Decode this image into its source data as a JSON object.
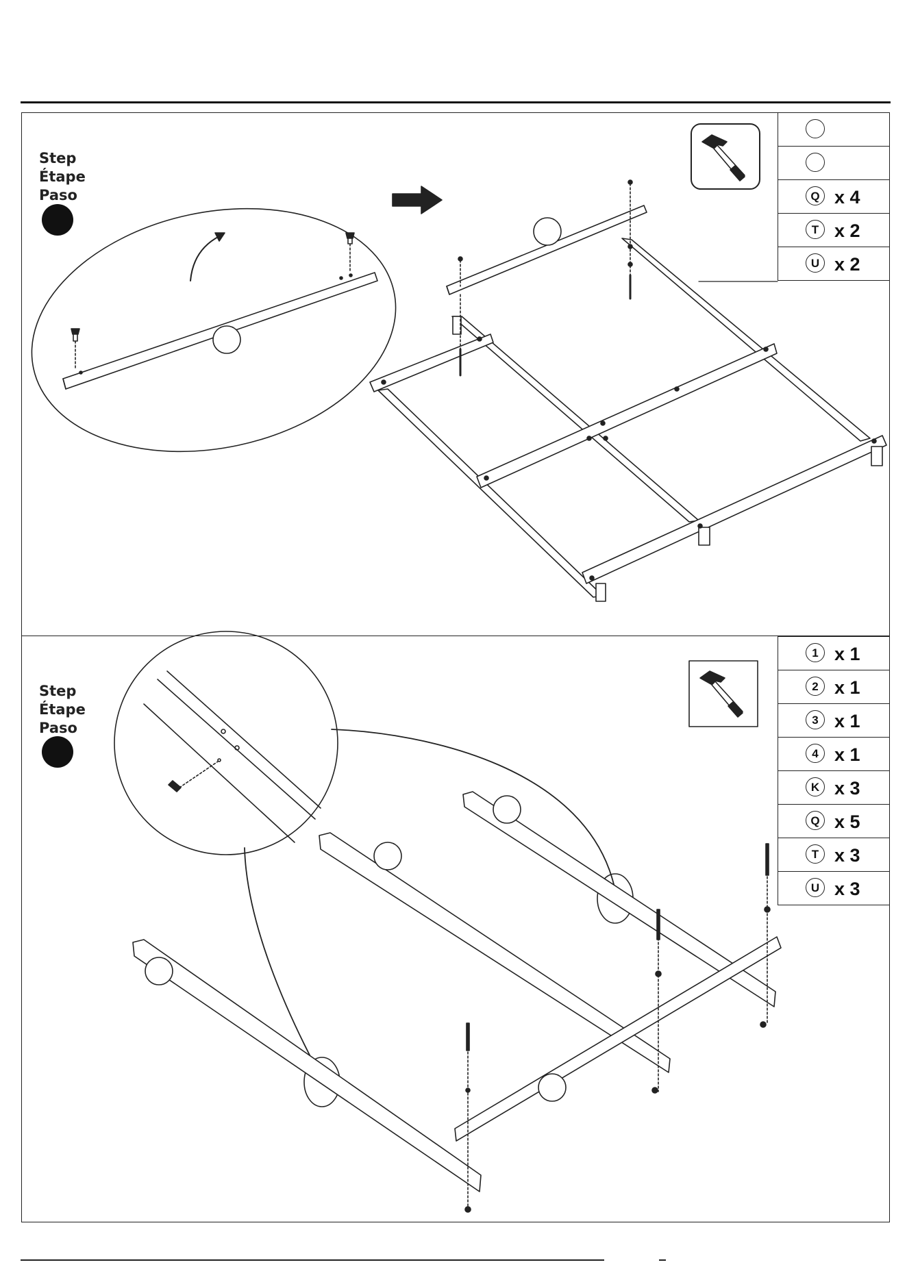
{
  "step_text": {
    "line1": "Step",
    "line2": "Étape",
    "line3": "Paso"
  },
  "panel1": {
    "tool": "hammer-icon",
    "parts": [
      {
        "label": "",
        "count": ""
      },
      {
        "label": "",
        "count": ""
      },
      {
        "label": "Q",
        "count": "x 4"
      },
      {
        "label": "T",
        "count": "x 2"
      },
      {
        "label": "U",
        "count": "x 2"
      }
    ]
  },
  "panel2": {
    "tool": "hammer-icon",
    "parts": [
      {
        "label": "1",
        "count": "x 1"
      },
      {
        "label": "2",
        "count": "x 1"
      },
      {
        "label": "3",
        "count": "x 1"
      },
      {
        "label": "4",
        "count": "x 1"
      },
      {
        "label": "K",
        "count": "x 3"
      },
      {
        "label": "Q",
        "count": "x 5"
      },
      {
        "label": "T",
        "count": "x 3"
      },
      {
        "label": "U",
        "count": "x 3"
      }
    ]
  }
}
